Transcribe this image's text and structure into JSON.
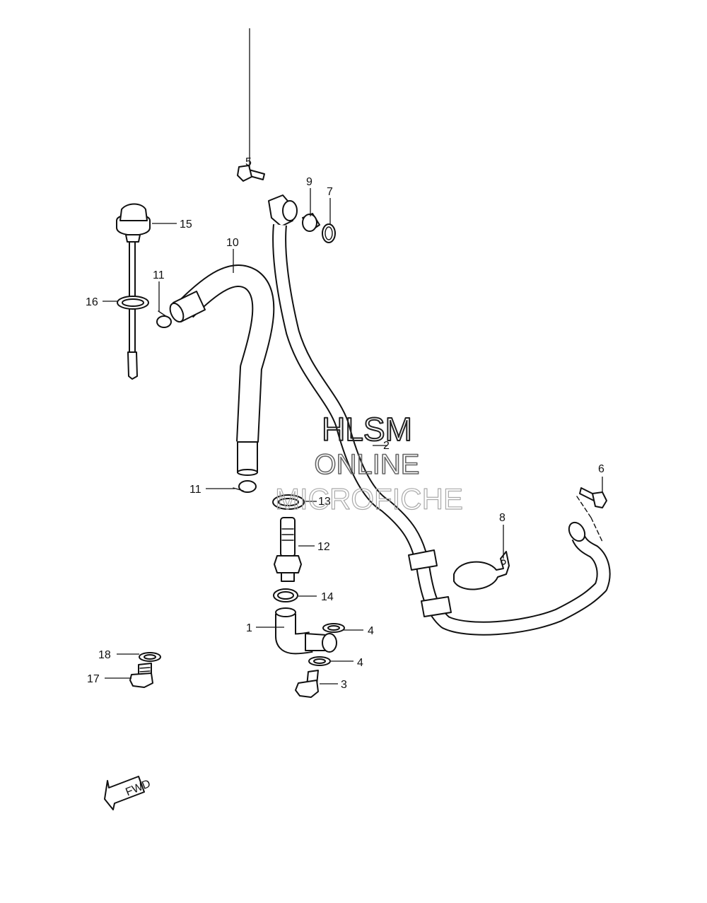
{
  "callouts": {
    "p1": "1",
    "p2": "2",
    "p3": "3",
    "p4a": "4",
    "p4b": "4",
    "p5": "5",
    "p6": "6",
    "p7": "7",
    "p8": "8",
    "p9": "9",
    "p10": "10",
    "p11a": "11",
    "p11b": "11",
    "p12": "12",
    "p13": "13",
    "p14": "14",
    "p15": "15",
    "p16": "16",
    "p17": "17",
    "p18": "18"
  },
  "watermark": {
    "line1": "HLSM",
    "line2": "ONLINE",
    "line3": "MICROFICHE"
  },
  "fwd_label": "FWD"
}
